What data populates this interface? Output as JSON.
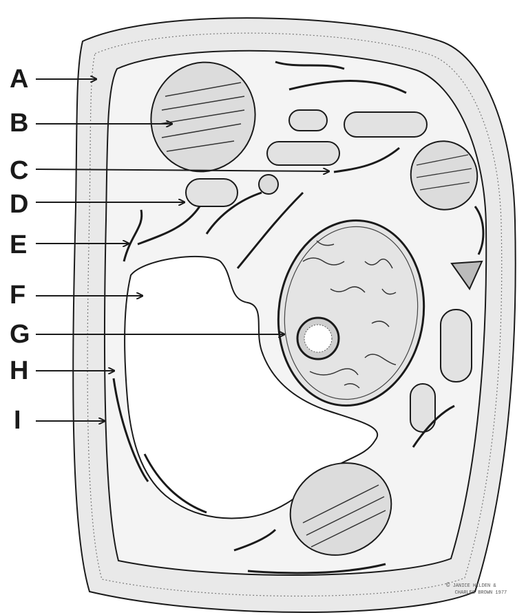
{
  "diagram": {
    "labels": [
      {
        "letter": "A"
      },
      {
        "letter": "B"
      },
      {
        "letter": "C"
      },
      {
        "letter": "D"
      },
      {
        "letter": "E"
      },
      {
        "letter": "F"
      },
      {
        "letter": "G"
      },
      {
        "letter": "H"
      },
      {
        "letter": "I"
      }
    ],
    "credit": {
      "symbol": "©",
      "line1": "JANICE HILDEN &",
      "line2": "CHARLES BROWN 1977"
    }
  },
  "colors": {
    "ink": "#1a1a1a",
    "wall_fill": "#e9e9e9",
    "cytoplasm_fill": "#f4f4f4",
    "organelle_fill": "#dcdcdc",
    "vacuole_fill": "#ffffff"
  }
}
